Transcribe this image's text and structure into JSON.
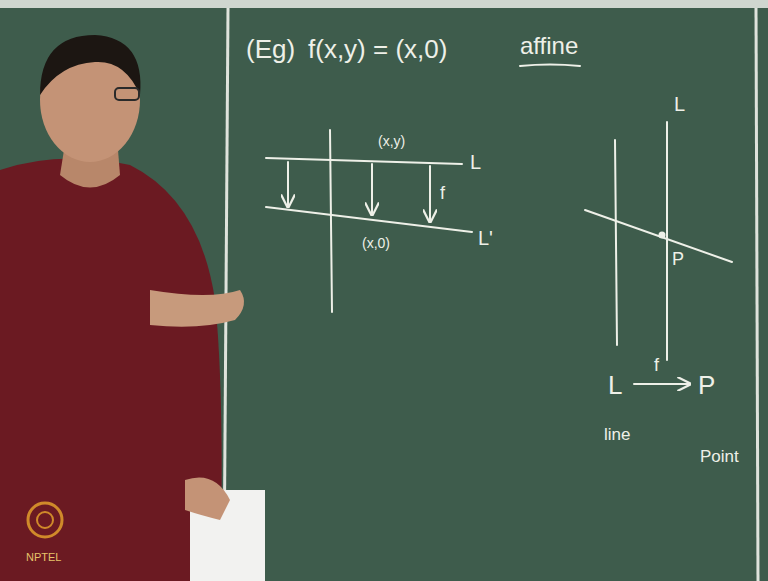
{
  "diagram": {
    "labels": [
      "(Eg)",
      "f(x,y) = (x,0)",
      "affine",
      "(x,y)",
      "(x,0)",
      "f",
      "L",
      "L'",
      "L",
      "P",
      "L",
      "f",
      "P",
      "line",
      "Point",
      "NPTEL"
    ]
  }
}
